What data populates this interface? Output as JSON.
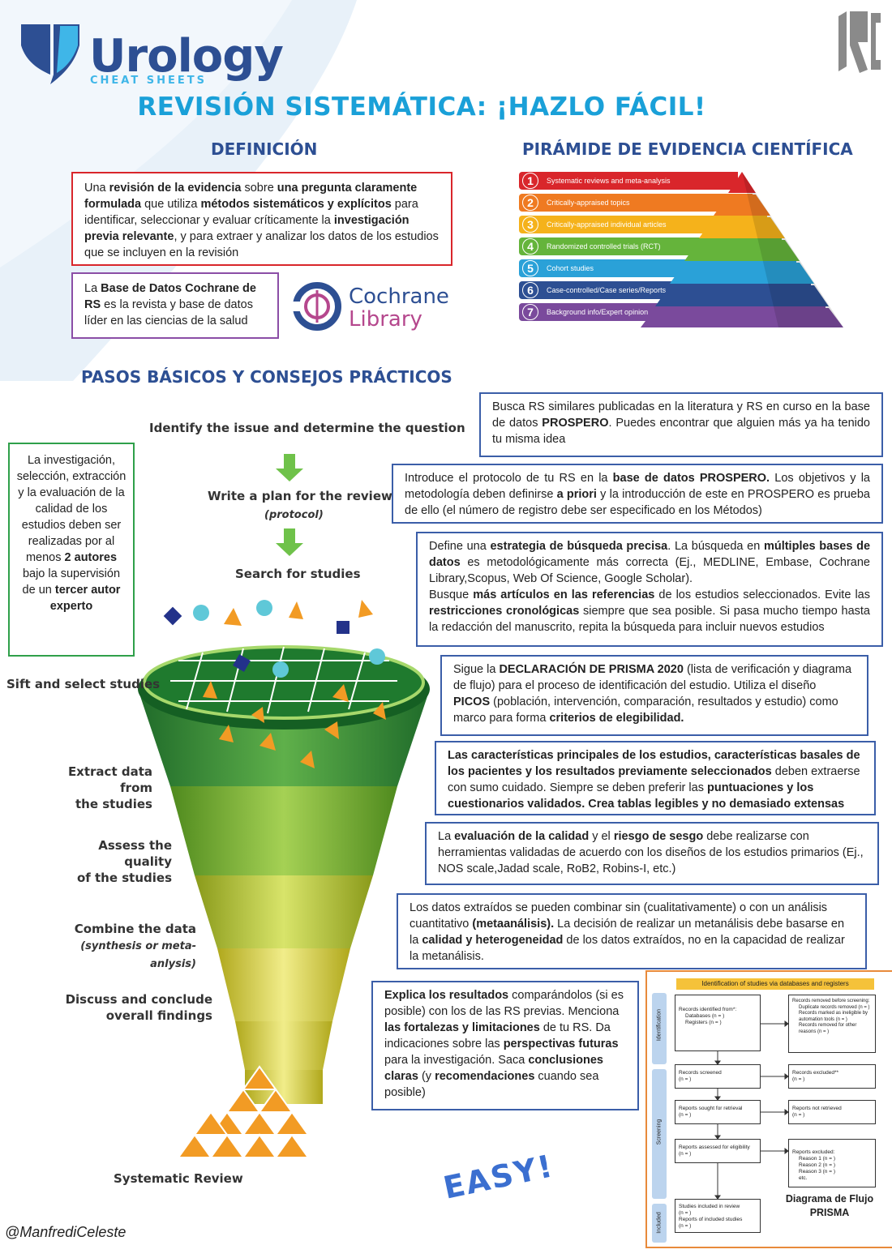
{
  "brand": {
    "name": "Urology",
    "sub": "CHEAT SHEETS",
    "corner_logo": "ROC"
  },
  "title": "REVISIÓN SISTEMÁTICA: ¡HAZLO FÁCIL!",
  "sections": {
    "definition": "DEFINICIÓN",
    "pyramid": "PIRÁMIDE DE EVIDENCIA CIENTÍFICA",
    "steps": "PASOS BÁSICOS Y  CONSEJOS PRÁCTICOS"
  },
  "definition_text": {
    "p1": "Una ",
    "b1": "revisión de la evidencia",
    "p2": " sobre ",
    "b2": "una pregunta claramente formulada",
    "p3": "  que  utiliza ",
    "b3": "métodos sistemáticos y explícitos",
    "p4": " para identificar, seleccionar y evaluar críticamente la ",
    "b4": "investigación previa relevante",
    "p5": ", y para extraer y  analizar  los datos  de  los  estudios  que  se  incluyen  en  la  revisión"
  },
  "cochrane_text": {
    "p1": "La ",
    "b1": "Base de Datos Cochrane de RS",
    "p2": " es la revista y base de datos líder en las ciencias de la salud"
  },
  "cochrane_logo": {
    "line1": "Cochrane",
    "line2": "Library"
  },
  "pyramid_levels": [
    {
      "n": "1",
      "label": "Systematic reviews and meta-analysis",
      "color": "#d9262b"
    },
    {
      "n": "2",
      "label": "Critically-appraised topics",
      "color": "#ef7a21"
    },
    {
      "n": "3",
      "label": "Critically-appraised individual articles",
      "color": "#f5b21b"
    },
    {
      "n": "4",
      "label": "Randomized controlled trials (RCT)",
      "color": "#65b43b"
    },
    {
      "n": "5",
      "label": "Cohort studies",
      "color": "#2aa1d8"
    },
    {
      "n": "6",
      "label": "Case-controlled/Case series/Reports",
      "color": "#2d4f93"
    },
    {
      "n": "7",
      "label": "Background info/Expert opinion",
      "color": "#7a4a9c"
    }
  ],
  "side_note": {
    "p1": "La investigación, selección, extracción y la evaluación de la calidad  de los estudios deben ser  realizadas por al menos ",
    "b1": "2 autores",
    "p2": " bajo la supervisión de un ",
    "b2": "tercer autor experto"
  },
  "steps": {
    "s1": "Identify the issue and determine the question",
    "s2": "Write a plan for the review",
    "s2b": "(protocol)",
    "s3": "Search for studies",
    "s4": "Sift and select studies",
    "s5a": "Extract data from",
    "s5b": "the studies",
    "s6a": "Assess the quality",
    "s6b": "of the studies",
    "s7a": "Combine the data",
    "s7b": "(synthesis or meta-anlysis)",
    "s8a": "Discuss and conclude",
    "s8b": "overall findings",
    "s9": "Systematic Review"
  },
  "tips": {
    "t1": {
      "p1": "Busca RS similares publicadas en la literatura y RS en curso en la base de datos ",
      "b1": "PROSPERO",
      "p2": ".   Puedes encontrar  que alguien más ya ha  tenido tu misma idea"
    },
    "t2": {
      "p1": "Introduce  el protocolo de tu RS en la ",
      "b1": "base de datos PROSPERO.",
      "p2": " Los objetivos y la metodología deben definirse  ",
      "b2": "a priori",
      "p3": " y la introducción de este en PROSPERO es prueba de ello  (el  número de registro debe  ser especificado  en  los  Métodos)"
    },
    "t3": {
      "p1": "Define una ",
      "b1": "estrategia de búsqueda precisa",
      "p2": ". La búsqueda en   ",
      "b2": "múltiples bases de datos",
      "p3": " es metodológicamente más correcta (Ej., MEDLINE, Embase, Cochrane Library,Scopus, Web Of Science, Google Scholar).",
      "p4": "Busque ",
      "b3": "más artículos en las referencias",
      "p5": " de los estudios seleccionados. Evite las ",
      "b4": "restricciones cronológicas",
      "p6": " siempre que sea posible. Si pasa mucho tiempo hasta la redacción del manuscrito, repita  la  búsqueda  para  incluir  nuevos  estudios"
    },
    "t4": {
      "p1": "Sigue la ",
      "b1": "DECLARACIÓN DE PRISMA 2020",
      "p2": "  (lista de verificación y diagrama de flujo) para el  proceso de identificación del estudio. Utiliza  el diseño ",
      "b2": "PICOS",
      "p3": " (población, intervención, comparación, resultados y estudio) como marco  para  forma ",
      "b3": "criterios de elegibilidad."
    },
    "t5": {
      "b1": "Las características principales de los estudios,  características basales de los pacientes y los resultados previamente seleccionados",
      "p1": " deben extraerse con sumo cuidado. Siempre  se deben preferir las ",
      "b2": "puntuaciones y los cuestionarios validados. Crea  tablas legibles y  no  demasiado  extensas"
    },
    "t6": {
      "p1": "La ",
      "b1": "evaluación de la calidad",
      "p2": " y el ",
      "b2": "riesgo de sesgo",
      "p3": " debe realizarse con herramientas validadas de acuerdo con los diseños de los estudios primarios (Ej.,  NOS scale,Jadad scale, RoB2, Robins-I, etc.)"
    },
    "t7": {
      "p1": "Los datos extraídos se pueden combinar sin (cualitativamente) o con un análisis cuantitativo ",
      "b1": "(metaanálisis).",
      "p2": " La decisión de realizar un metanálisis debe basarse en la ",
      "b2": "calidad y heterogeneidad",
      "p3": "  de los datos extraídos, no en la capacidad de realizar  la  metanálisis."
    },
    "t8": {
      "b1": "Explica los resultados",
      "p1": " comparándolos  (si es posible) con los de las RS previas. Menciona ",
      "b2": "las fortalezas y limitaciones",
      "p2": "  de  tu RS. Da indicaciones sobre las ",
      "b3": "perspectivas  futuras",
      "p3": " para la investigación. Saca  ",
      "b4": "conclusiones claras",
      "p4": " (y ",
      "b5": "recomendaciones",
      "p5": " cuando sea posible)"
    }
  },
  "prisma": {
    "header": "Identification of studies via databases and registers",
    "phase1": "Identification",
    "phase2": "Screening",
    "phase3": "Included",
    "b1a": "Records identified from*:",
    "b1b": "Databases (n = )",
    "b1c": "Registers (n = )",
    "b2a": "Records removed before screening:",
    "b2b": "Duplicate records removed (n = )",
    "b2c": "Records marked as ineligible by automation tools (n = )",
    "b2d": "Records removed for other reasons (n = )",
    "b3a": "Records screened",
    "b3b": "(n = )",
    "b4a": "Records excluded**",
    "b4b": "(n = )",
    "b5a": "Reports sought for retrieval",
    "b5b": "(n = )",
    "b6a": "Reports not retrieved",
    "b6b": "(n = )",
    "b7a": "Reports assessed for eligibility",
    "b7b": "(n = )",
    "b8a": "Reports excluded:",
    "b8b": "Reason 1 (n = )",
    "b8c": "Reason 2 (n = )",
    "b8d": "Reason 3 (n = )",
    "b8e": "etc.",
    "b9a": "Studies included in review",
    "b9b": "(n = )",
    "b9c": "Reports of included studies",
    "b9d": "(n = )",
    "caption1": "Diagrama de Flujo",
    "caption2": "PRISMA"
  },
  "easy": "EASY!",
  "handle": "@ManfrediCeleste",
  "colors": {
    "title": "#1aa0d8",
    "section": "#2d4f93",
    "red_box": "#d9262b",
    "purple_box": "#8b4ea6",
    "blue_box": "#3b5ea8",
    "green_box": "#2fa04a",
    "orange_box": "#e88a3b"
  }
}
